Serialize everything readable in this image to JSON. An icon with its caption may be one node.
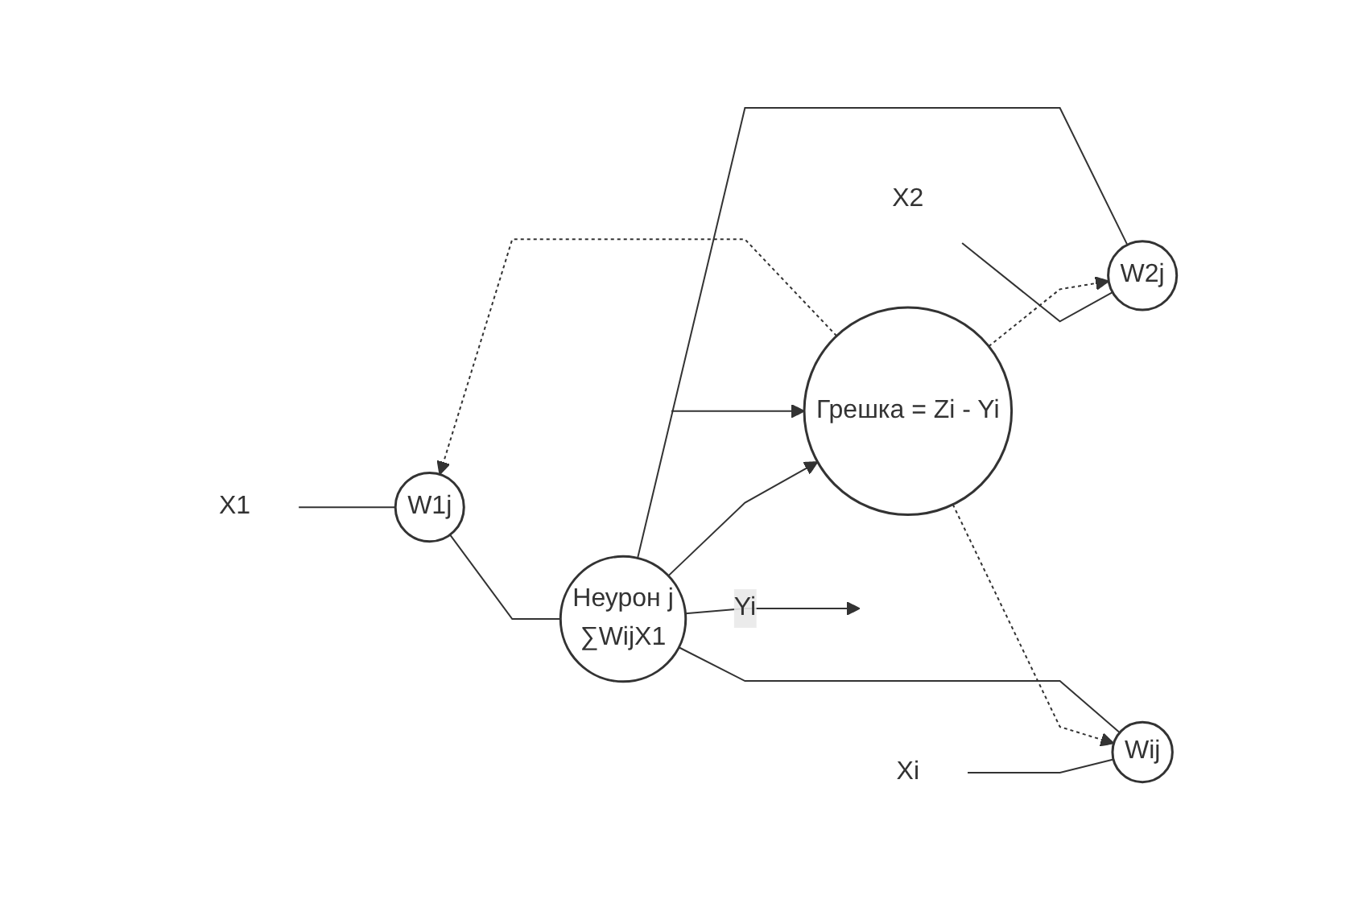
{
  "diagram": {
    "nodes": [
      {
        "text": [
          "X1"
        ]
      },
      {
        "text": [
          "X2"
        ]
      },
      {
        "text": [
          "Xi"
        ]
      },
      {
        "text": [
          "W1j"
        ]
      },
      {
        "text": [
          "W2j"
        ]
      },
      {
        "text": [
          "Wij"
        ]
      },
      {
        "text": [
          "Неурон j",
          "∑WijX1"
        ]
      },
      {
        "text": [
          "Грешка = Zi - Yi"
        ]
      }
    ],
    "edges": [
      {
        "from": 0,
        "to": 3,
        "arrow": "none"
      },
      {
        "from": 1,
        "to": 4,
        "arrow": "none"
      },
      {
        "from": 2,
        "to": 5,
        "arrow": "none"
      },
      {
        "from": 3,
        "to": 6,
        "arrow": "none"
      },
      {
        "from": 4,
        "to": 6,
        "arrow": "none"
      },
      {
        "from": 5,
        "to": 6,
        "arrow": "none"
      },
      {
        "from": 6,
        "to": null,
        "label": "Yi",
        "arrow": "to"
      },
      {
        "from": 6,
        "to": 7,
        "arrow": "to"
      },
      {
        "from": null,
        "to": 7,
        "arrow": "to"
      },
      {
        "from": 7,
        "to": 3,
        "arrow": "to",
        "style": "dashed"
      },
      {
        "from": 7,
        "to": 4,
        "arrow": "to",
        "style": "dashed"
      },
      {
        "from": 7,
        "to": 5,
        "arrow": "to",
        "style": "dashed"
      }
    ]
  }
}
